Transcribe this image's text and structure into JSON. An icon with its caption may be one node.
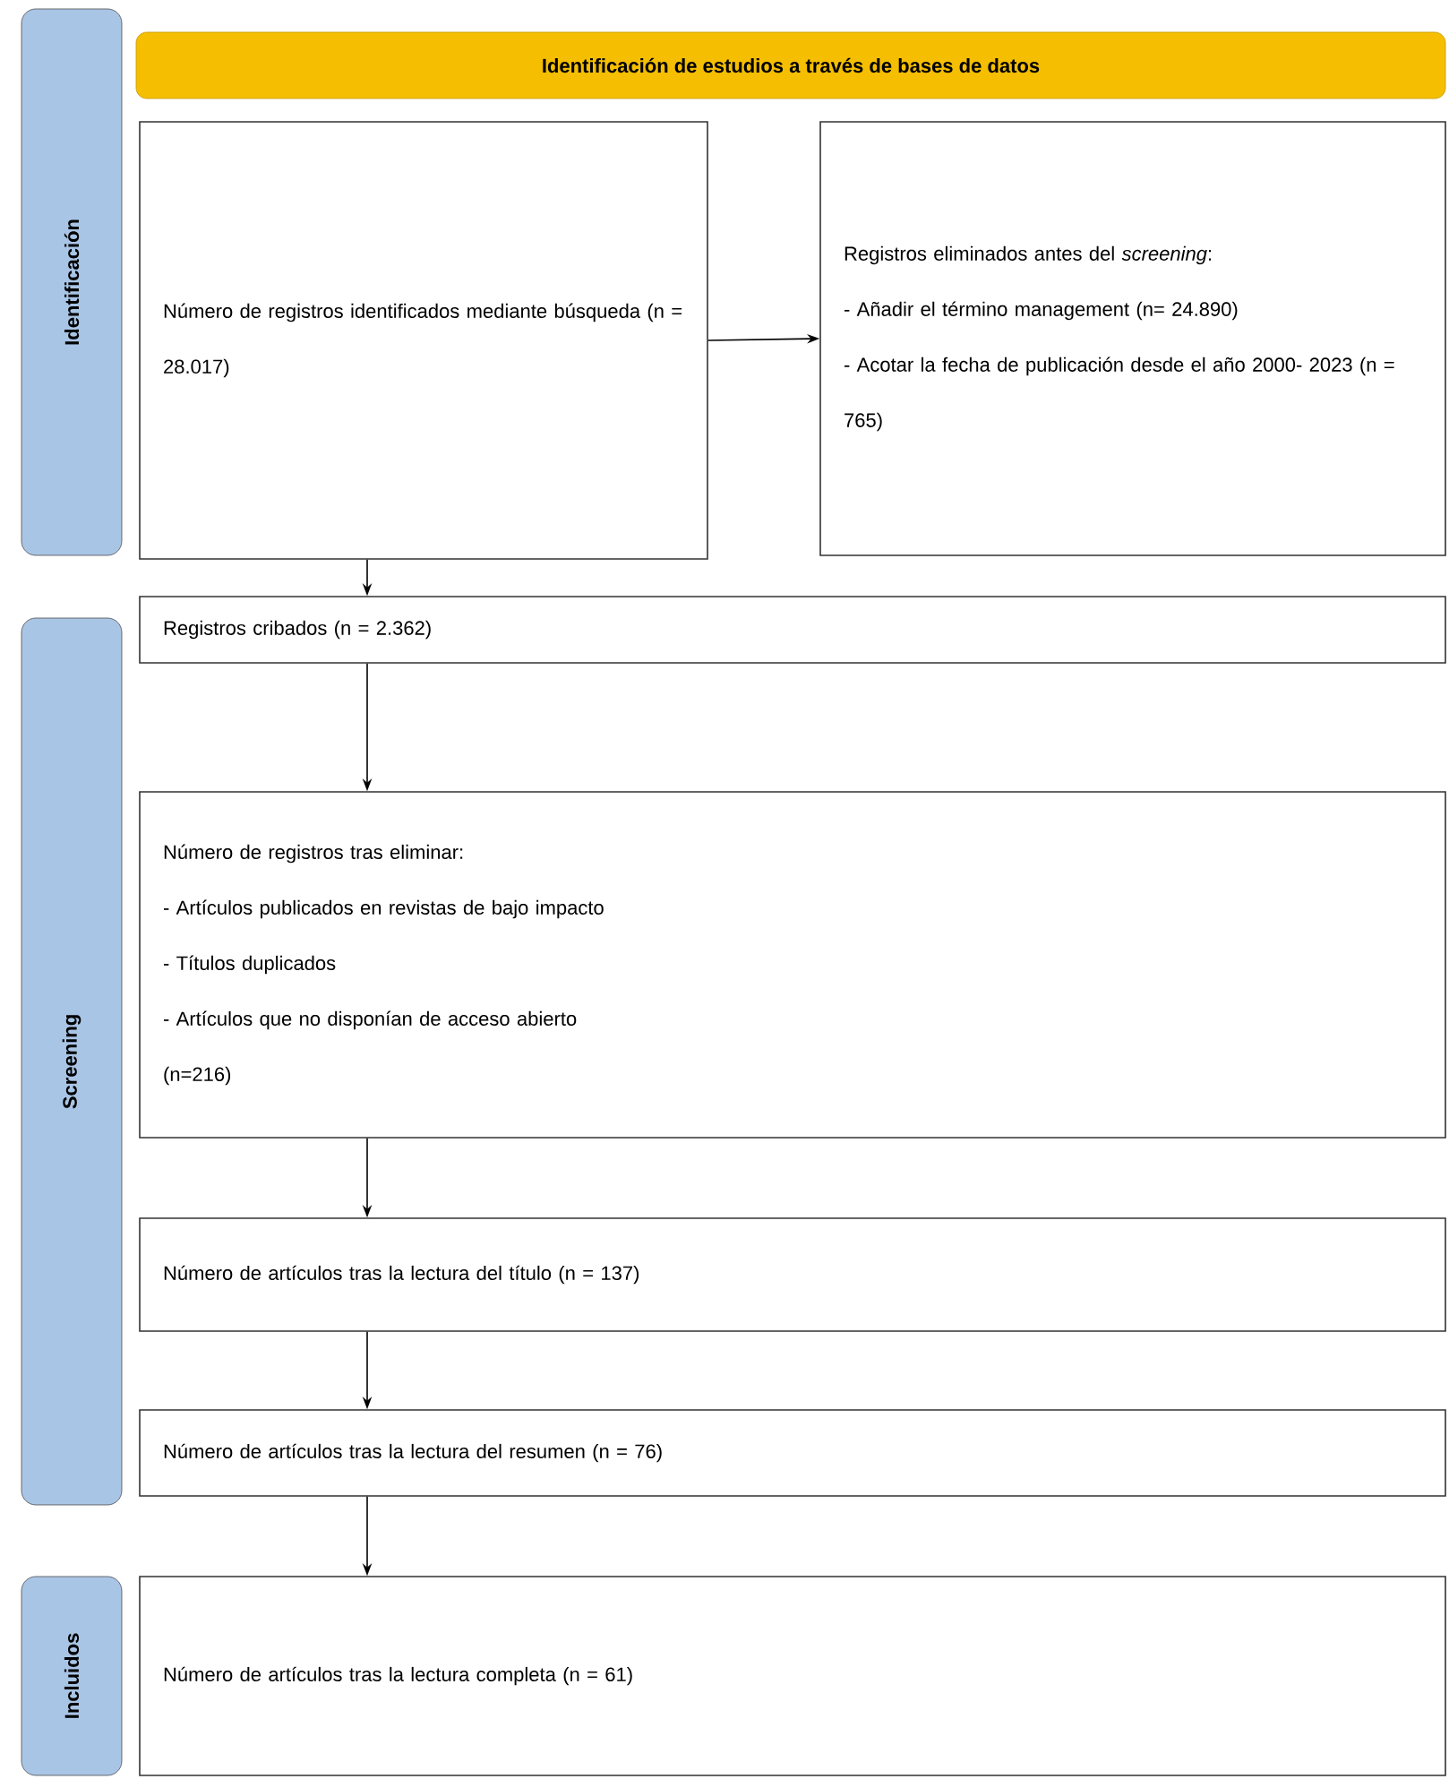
{
  "diagram": {
    "nodes": [
      {
        "text": [
          "Identificación de estudios a través de bases de datos"
        ]
      },
      {
        "text": [
          "Identificación"
        ]
      },
      {
        "text": [
          "Número de registros identificados mediante búsqueda (n = 28.017)"
        ]
      },
      {
        "text": [
          "Registros eliminados antes del *screening*:",
          "- Añadir el término management (n= 24.890)",
          "- Acotar la fecha de publicación desde el año 2000- 2023 (n = 765)"
        ]
      },
      {
        "text": [
          "Screening"
        ]
      },
      {
        "text": [
          "Registros cribados (n = 2.362)"
        ]
      },
      {
        "text": [
          "Número de registros tras eliminar:",
          "- Artículos publicados en revistas de bajo impacto",
          "- Títulos duplicados",
          "- Artículos que no disponían de acceso abierto",
          "(n=216)"
        ]
      },
      {
        "text": [
          "Número de artículos tras la lectura del título (n = 137)"
        ]
      },
      {
        "text": [
          "Número de artículos tras la lectura del resumen (n = 76)"
        ]
      },
      {
        "text": [
          "Incluidos"
        ]
      },
      {
        "text": [
          "Número de artículos tras la lectura completa (n = 61)"
        ]
      }
    ],
    "edges": [
      {
        "from": 2,
        "to": 3,
        "arrow": "to"
      },
      {
        "from": 2,
        "to": 5,
        "arrow": "to"
      },
      {
        "from": 5,
        "to": 6,
        "arrow": "to"
      },
      {
        "from": 6,
        "to": 7,
        "arrow": "to"
      },
      {
        "from": 7,
        "to": 8,
        "arrow": "to"
      },
      {
        "from": 8,
        "to": 10,
        "arrow": "to"
      }
    ]
  }
}
